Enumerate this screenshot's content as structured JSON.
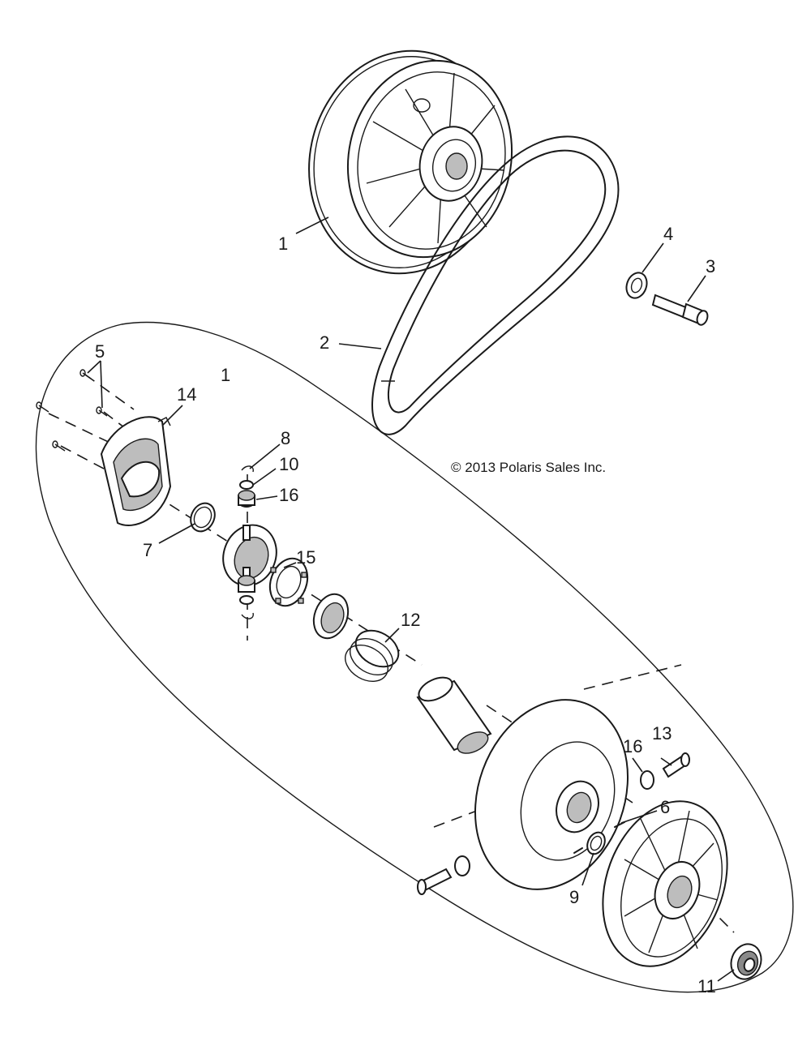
{
  "copyright": "© 2013 Polaris Sales Inc.",
  "callouts": {
    "c1a": "1",
    "c1b": "1",
    "c2": "2",
    "c3": "3",
    "c4": "4",
    "c5": "5",
    "c6": "6",
    "c7": "7",
    "c8": "8",
    "c9": "9",
    "c10": "10",
    "c11": "11",
    "c12": "12",
    "c13": "13",
    "c14": "14",
    "c15": "15",
    "c16a": "16",
    "c16b": "16"
  }
}
